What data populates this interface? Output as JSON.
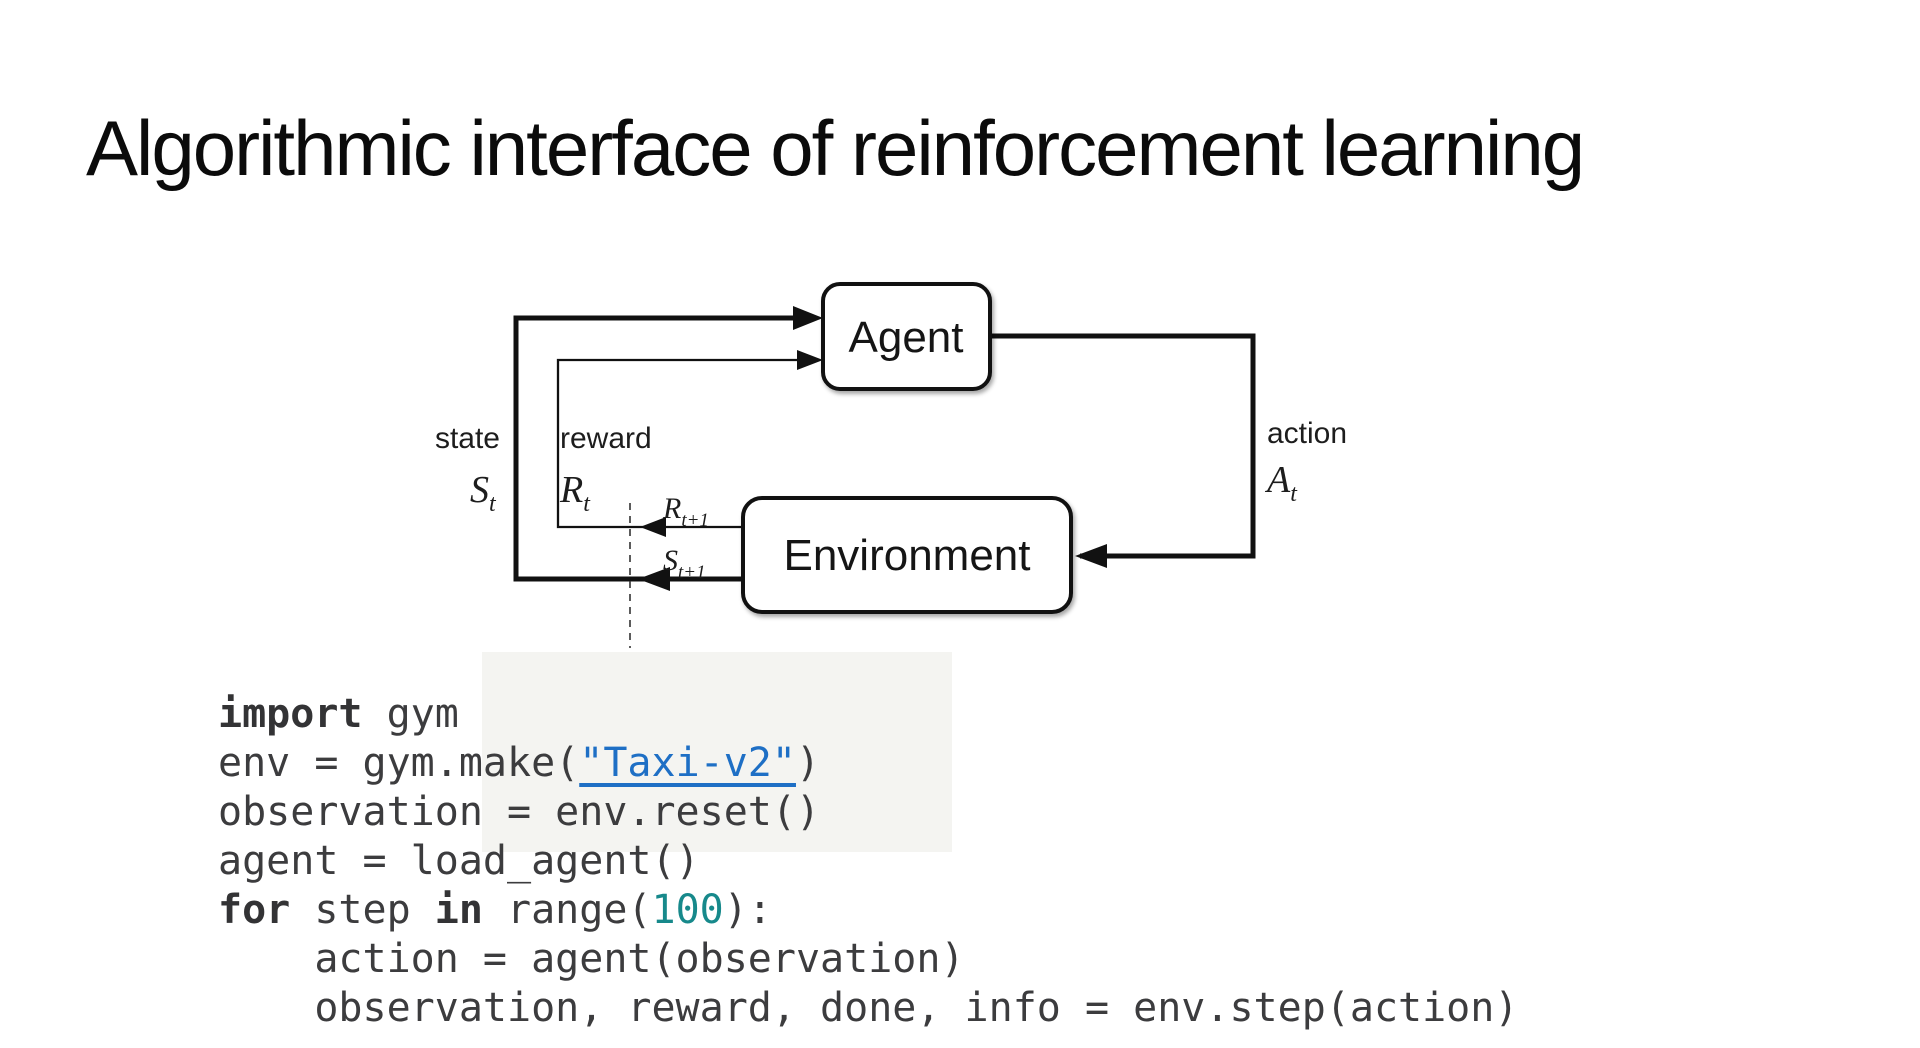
{
  "title": "Algorithmic interface of reinforcement learning",
  "diagram": {
    "agent_label": "Agent",
    "environment_label": "Environment",
    "state_label": "state",
    "reward_label": "reward",
    "action_label": "action",
    "state_symbol": "S",
    "state_sub": "t",
    "reward_symbol": "R",
    "reward_sub": "t",
    "action_symbol": "A",
    "action_sub": "t",
    "next_reward_symbol": "R",
    "next_reward_sub": "t+1",
    "next_state_symbol": "S",
    "next_state_sub": "t+1"
  },
  "code": {
    "lines": [
      [
        {
          "t": "import",
          "s": "kw"
        },
        {
          "t": " gym",
          "s": "plain"
        }
      ],
      [
        {
          "t": "env = gym.make(",
          "s": "plain"
        },
        {
          "t": "\"Taxi-v2\"",
          "s": "link"
        },
        {
          "t": ")",
          "s": "plain"
        }
      ],
      [
        {
          "t": "observation = env.reset()",
          "s": "plain"
        }
      ],
      [
        {
          "t": "agent = load_agent()",
          "s": "plain"
        }
      ],
      [
        {
          "t": "for",
          "s": "kw"
        },
        {
          "t": " step ",
          "s": "plain"
        },
        {
          "t": "in",
          "s": "kw"
        },
        {
          "t": " range(",
          "s": "plain"
        },
        {
          "t": "100",
          "s": "num"
        },
        {
          "t": "):",
          "s": "plain"
        }
      ],
      [
        {
          "t": "    action = agent(observation)",
          "s": "plain"
        }
      ],
      [
        {
          "t": "    observation, reward, done, info = env.step(action)",
          "s": "plain"
        }
      ]
    ]
  },
  "colors": {
    "code_text": "#3c3c3e",
    "link_blue": "#1e6fc5",
    "number_teal": "#17898b",
    "diagram_stroke": "#111111"
  }
}
